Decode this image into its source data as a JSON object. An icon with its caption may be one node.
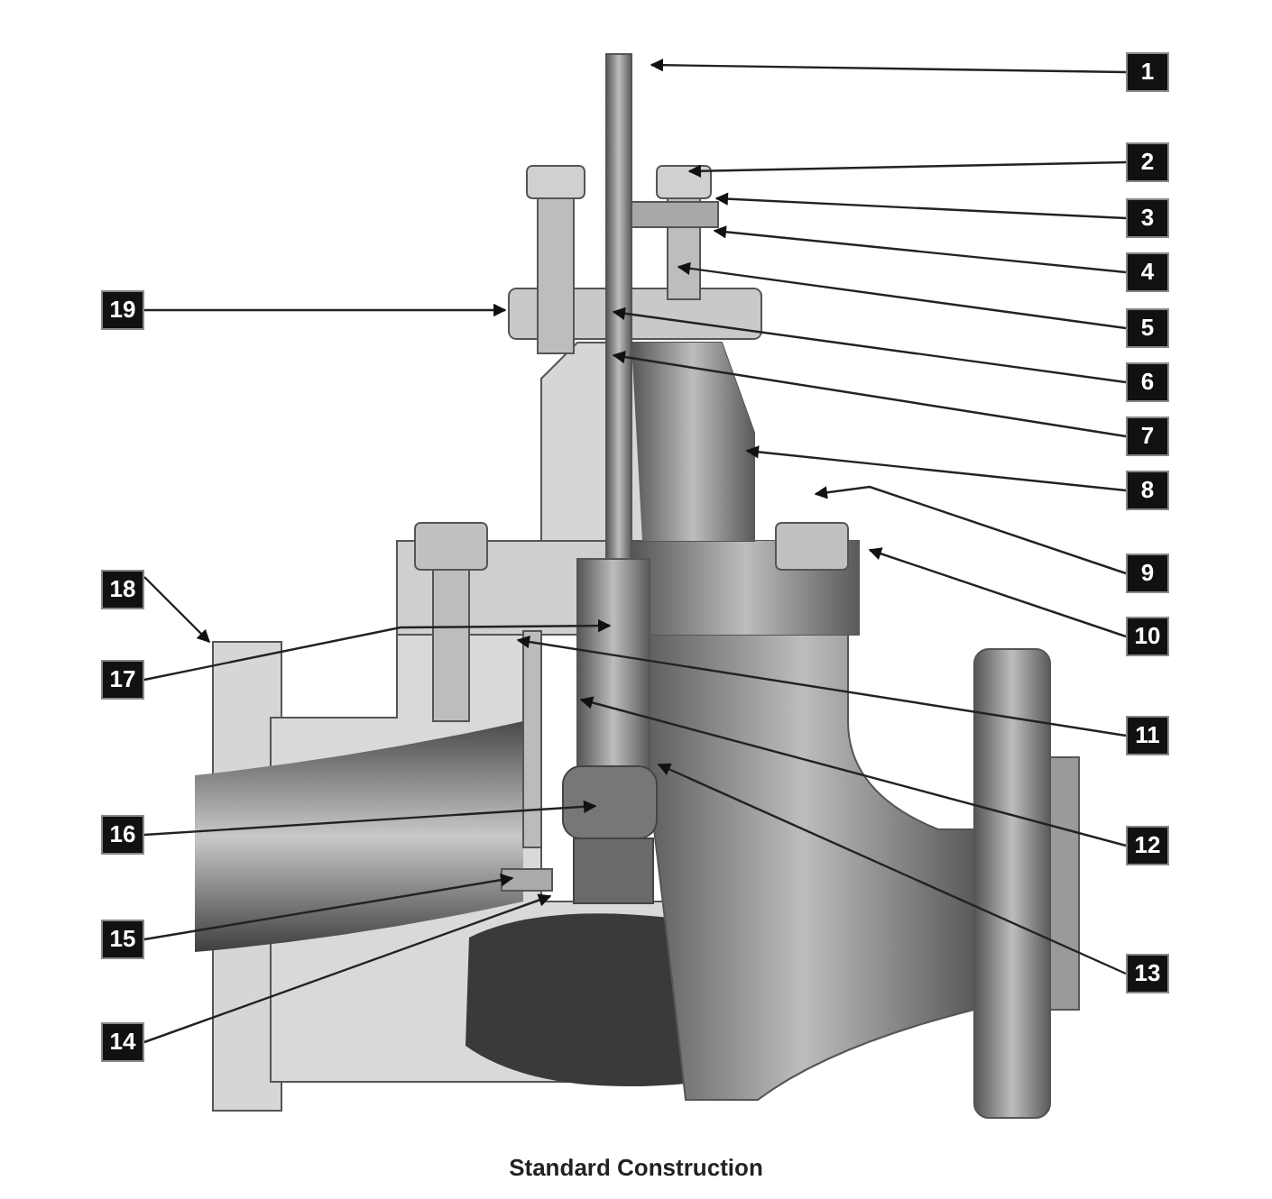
{
  "diagram": {
    "caption": "Standard Construction",
    "nodes": [
      {
        "text": [
          "1"
        ]
      },
      {
        "text": [
          "2"
        ]
      },
      {
        "text": [
          "3"
        ]
      },
      {
        "text": [
          "4"
        ]
      },
      {
        "text": [
          "5"
        ]
      },
      {
        "text": [
          "6"
        ]
      },
      {
        "text": [
          "7"
        ]
      },
      {
        "text": [
          "8"
        ]
      },
      {
        "text": [
          "9"
        ]
      },
      {
        "text": [
          "10"
        ]
      },
      {
        "text": [
          "11"
        ]
      },
      {
        "text": [
          "12"
        ]
      },
      {
        "text": [
          "13"
        ]
      },
      {
        "text": [
          "14"
        ]
      },
      {
        "text": [
          "15"
        ]
      },
      {
        "text": [
          "16"
        ]
      },
      {
        "text": [
          "17"
        ]
      },
      {
        "text": [
          "18"
        ]
      },
      {
        "text": [
          "19"
        ]
      }
    ],
    "edges": [
      {
        "from": 0,
        "to": null,
        "arrow": "to"
      },
      {
        "from": 1,
        "to": null,
        "arrow": "to"
      },
      {
        "from": 2,
        "to": null,
        "arrow": "to"
      },
      {
        "from": 3,
        "to": null,
        "arrow": "to"
      },
      {
        "from": 4,
        "to": null,
        "arrow": "to"
      },
      {
        "from": 5,
        "to": null,
        "arrow": "to"
      },
      {
        "from": 6,
        "to": null,
        "arrow": "to"
      },
      {
        "from": 7,
        "to": null,
        "arrow": "to"
      },
      {
        "from": 8,
        "to": null,
        "arrow": "to"
      },
      {
        "from": 9,
        "to": null,
        "arrow": "to"
      },
      {
        "from": 10,
        "to": null,
        "arrow": "to"
      },
      {
        "from": 11,
        "to": null,
        "arrow": "to"
      },
      {
        "from": 12,
        "to": null,
        "arrow": "to"
      },
      {
        "from": 13,
        "to": null,
        "arrow": "to"
      },
      {
        "from": 14,
        "to": null,
        "arrow": "to"
      },
      {
        "from": 15,
        "to": null,
        "arrow": "to"
      },
      {
        "from": 16,
        "to": null,
        "arrow": "to"
      },
      {
        "from": 17,
        "to": null,
        "arrow": "to"
      },
      {
        "from": 18,
        "to": null,
        "arrow": "to"
      }
    ]
  }
}
